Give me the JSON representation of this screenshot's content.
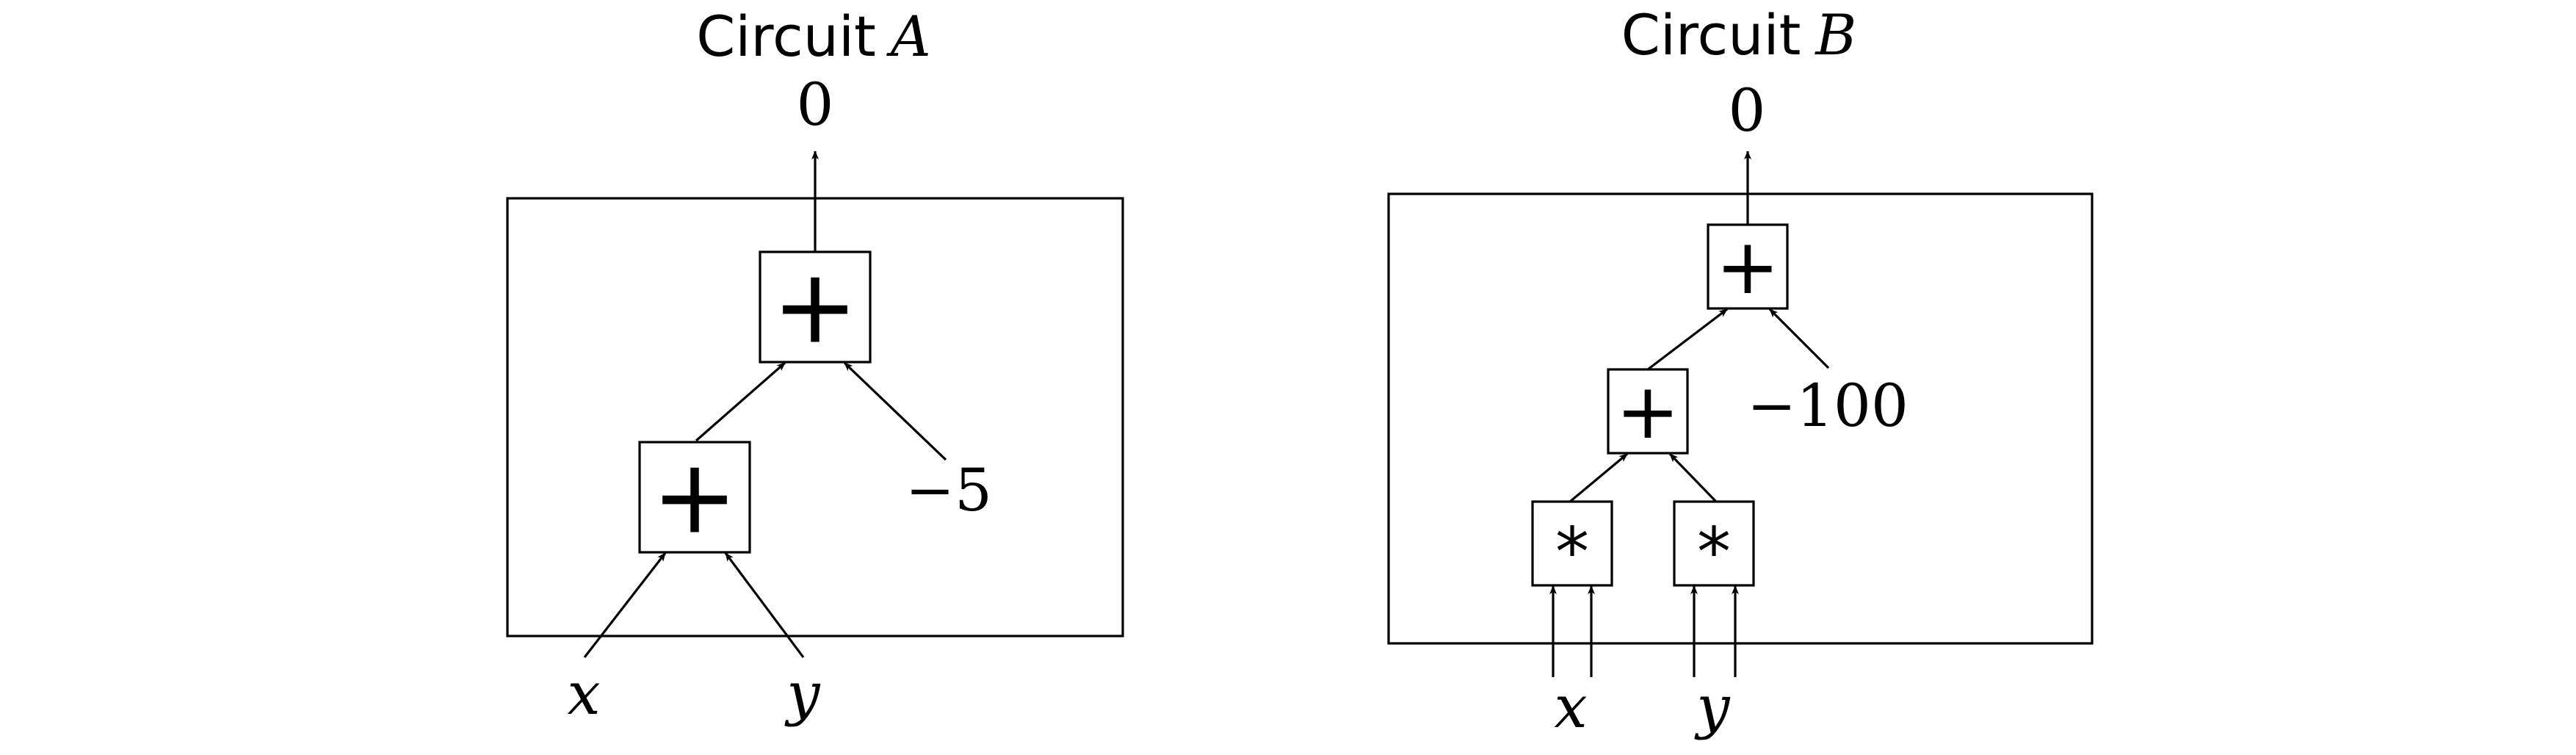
{
  "circuit_a": {
    "title": "Circuit",
    "title_var": "A",
    "output": "0",
    "constant": "−5",
    "inputs": [
      "x",
      "y"
    ],
    "gates": [
      "+",
      "+"
    ]
  },
  "circuit_b": {
    "title": "Circuit",
    "title_var": "B",
    "output": "0",
    "constant": "−100",
    "inputs": [
      "x",
      "y"
    ],
    "gates": [
      "+",
      "+",
      "*",
      "*"
    ]
  }
}
